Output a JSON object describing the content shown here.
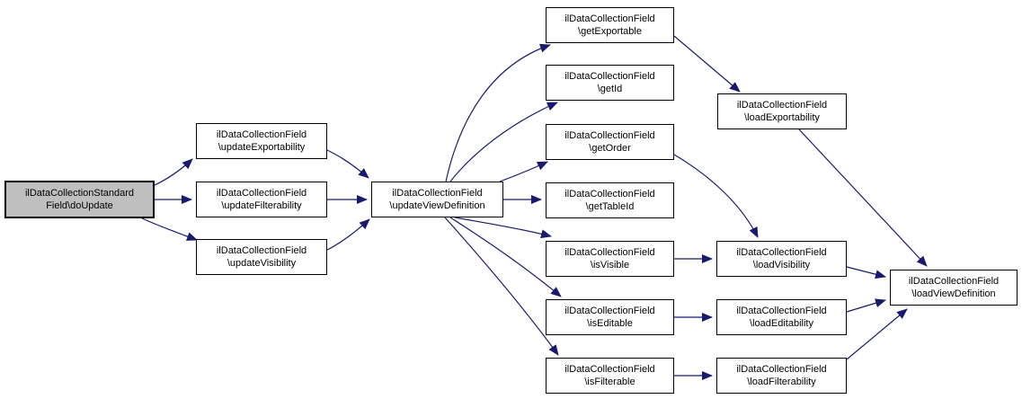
{
  "diagram": {
    "type": "call-graph",
    "background_color": "#ffffff",
    "edge_color": "#191970",
    "node_fill": "#ffffff",
    "node_border_color": "#000000",
    "highlight_node_fill": "#bfbfbf",
    "nodes": [
      {
        "id": "doUpdate",
        "line1": "ilDataCollectionStandard",
        "line2": "Field\\doUpdate",
        "highlighted": true
      },
      {
        "id": "updateExportability",
        "line1": "ilDataCollectionField",
        "line2": "\\updateExportability",
        "highlighted": false
      },
      {
        "id": "updateFilterability",
        "line1": "ilDataCollectionField",
        "line2": "\\updateFilterability",
        "highlighted": false
      },
      {
        "id": "updateVisibility",
        "line1": "ilDataCollectionField",
        "line2": "\\updateVisibility",
        "highlighted": false
      },
      {
        "id": "updateViewDefinition",
        "line1": "ilDataCollectionField",
        "line2": "\\updateViewDefinition",
        "highlighted": false
      },
      {
        "id": "getExportable",
        "line1": "ilDataCollectionField",
        "line2": "\\getExportable",
        "highlighted": false
      },
      {
        "id": "getId",
        "line1": "ilDataCollectionField",
        "line2": "\\getId",
        "highlighted": false
      },
      {
        "id": "getOrder",
        "line1": "ilDataCollectionField",
        "line2": "\\getOrder",
        "highlighted": false
      },
      {
        "id": "getTableId",
        "line1": "ilDataCollectionField",
        "line2": "\\getTableId",
        "highlighted": false
      },
      {
        "id": "isVisible",
        "line1": "ilDataCollectionField",
        "line2": "\\isVisible",
        "highlighted": false
      },
      {
        "id": "isEditable",
        "line1": "ilDataCollectionField",
        "line2": "\\isEditable",
        "highlighted": false
      },
      {
        "id": "isFilterable",
        "line1": "ilDataCollectionField",
        "line2": "\\isFilterable",
        "highlighted": false
      },
      {
        "id": "loadExportability",
        "line1": "ilDataCollectionField",
        "line2": "\\loadExportability",
        "highlighted": false
      },
      {
        "id": "loadVisibility",
        "line1": "ilDataCollectionField",
        "line2": "\\loadVisibility",
        "highlighted": false
      },
      {
        "id": "loadEditability",
        "line1": "ilDataCollectionField",
        "line2": "\\loadEditability",
        "highlighted": false
      },
      {
        "id": "loadFilterability",
        "line1": "ilDataCollectionField",
        "line2": "\\loadFilterability",
        "highlighted": false
      },
      {
        "id": "loadViewDefinition",
        "line1": "ilDataCollectionField",
        "line2": "\\loadViewDefinition",
        "highlighted": false
      }
    ],
    "edges": [
      {
        "from": "doUpdate",
        "to": "updateExportability"
      },
      {
        "from": "doUpdate",
        "to": "updateFilterability"
      },
      {
        "from": "doUpdate",
        "to": "updateVisibility"
      },
      {
        "from": "updateExportability",
        "to": "updateViewDefinition"
      },
      {
        "from": "updateFilterability",
        "to": "updateViewDefinition"
      },
      {
        "from": "updateVisibility",
        "to": "updateViewDefinition"
      },
      {
        "from": "updateViewDefinition",
        "to": "getExportable"
      },
      {
        "from": "updateViewDefinition",
        "to": "getId"
      },
      {
        "from": "updateViewDefinition",
        "to": "getOrder"
      },
      {
        "from": "updateViewDefinition",
        "to": "getTableId"
      },
      {
        "from": "updateViewDefinition",
        "to": "isVisible"
      },
      {
        "from": "updateViewDefinition",
        "to": "isEditable"
      },
      {
        "from": "updateViewDefinition",
        "to": "isFilterable"
      },
      {
        "from": "getExportable",
        "to": "loadExportability"
      },
      {
        "from": "getOrder",
        "to": "loadVisibility"
      },
      {
        "from": "isVisible",
        "to": "loadVisibility"
      },
      {
        "from": "isEditable",
        "to": "loadEditability"
      },
      {
        "from": "isFilterable",
        "to": "loadFilterability"
      },
      {
        "from": "loadExportability",
        "to": "loadViewDefinition"
      },
      {
        "from": "loadVisibility",
        "to": "loadViewDefinition"
      },
      {
        "from": "loadEditability",
        "to": "loadViewDefinition"
      },
      {
        "from": "loadFilterability",
        "to": "loadViewDefinition"
      }
    ]
  }
}
